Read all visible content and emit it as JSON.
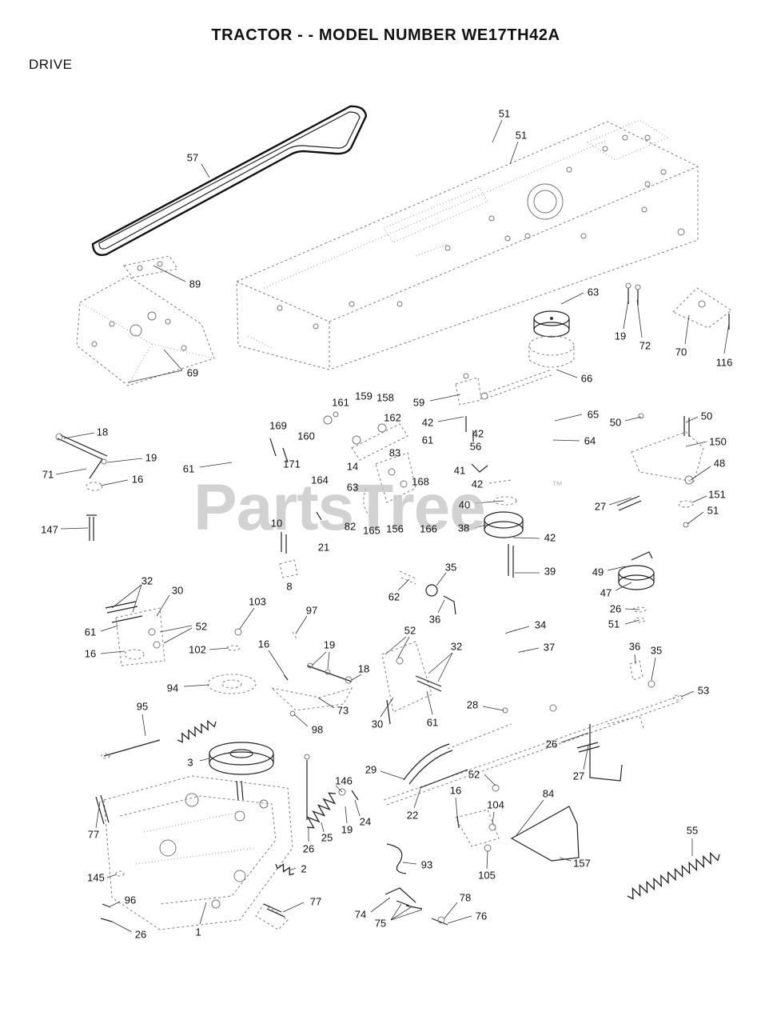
{
  "title": "TRACTOR - - MODEL NUMBER WE17TH42A",
  "section": "DRIVE",
  "watermark": {
    "text": "PartsTree",
    "trademark": "™",
    "color": "#c4c4c4"
  },
  "callouts": [
    "51",
    "51",
    "57",
    "89",
    "63",
    "19",
    "72",
    "70",
    "116",
    "69",
    "66",
    "59",
    "161",
    "159",
    "158",
    "65",
    "50",
    "50",
    "42",
    "162",
    "42",
    "160",
    "169",
    "18",
    "61",
    "56",
    "64",
    "150",
    "171",
    "19",
    "61",
    "14",
    "83",
    "41",
    "48",
    "71",
    "16",
    "164",
    "42",
    "168",
    "63",
    "151",
    "27",
    "40",
    "51",
    "82",
    "165",
    "156",
    "166",
    "38",
    "42",
    "10",
    "21",
    "147",
    "8",
    "39",
    "35",
    "49",
    "62",
    "32",
    "30",
    "47",
    "103",
    "36",
    "26",
    "97",
    "51",
    "52",
    "61",
    "34",
    "52",
    "102",
    "16",
    "19",
    "36",
    "35",
    "37",
    "32",
    "16",
    "18",
    "94",
    "53",
    "73",
    "30",
    "61",
    "98",
    "28",
    "95",
    "26",
    "3",
    "29",
    "27",
    "52",
    "146",
    "84",
    "16",
    "104",
    "22",
    "24",
    "19",
    "77",
    "25",
    "55",
    "26",
    "157",
    "93",
    "2",
    "105",
    "145",
    "96",
    "77",
    "78",
    "74",
    "76",
    "75",
    "26",
    "1"
  ]
}
